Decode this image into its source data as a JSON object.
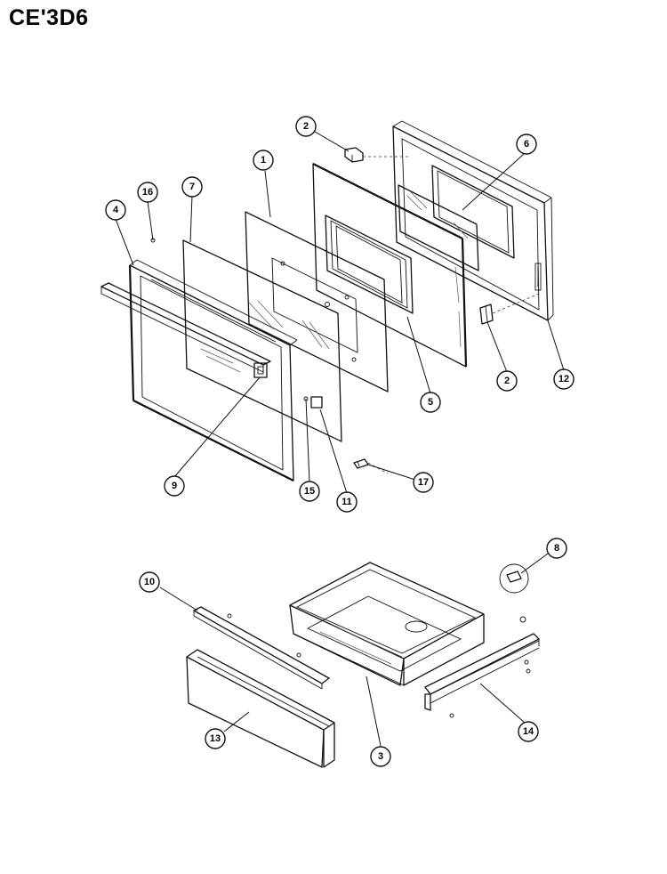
{
  "diagram": {
    "title": "CE'3D6",
    "callouts": [
      {
        "id": "c1",
        "label": "1"
      },
      {
        "id": "c2a",
        "label": "2"
      },
      {
        "id": "c2b",
        "label": "2"
      },
      {
        "id": "c3",
        "label": "3"
      },
      {
        "id": "c4",
        "label": "4"
      },
      {
        "id": "c5",
        "label": "5"
      },
      {
        "id": "c6",
        "label": "6"
      },
      {
        "id": "c7",
        "label": "7"
      },
      {
        "id": "c8",
        "label": "8"
      },
      {
        "id": "c9",
        "label": "9"
      },
      {
        "id": "c10",
        "label": "10"
      },
      {
        "id": "c11",
        "label": "11"
      },
      {
        "id": "c12",
        "label": "12"
      },
      {
        "id": "c13",
        "label": "13"
      },
      {
        "id": "c14",
        "label": "14"
      },
      {
        "id": "c15",
        "label": "15"
      },
      {
        "id": "c16",
        "label": "16"
      },
      {
        "id": "c17",
        "label": "17"
      }
    ]
  }
}
